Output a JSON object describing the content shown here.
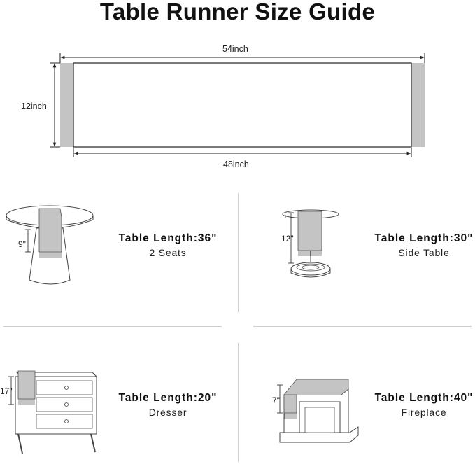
{
  "title": "Table Runner Size Guide",
  "runner": {
    "overall_length": "54inch",
    "body_length": "48inch",
    "width": "12inch"
  },
  "cards": [
    {
      "length": "Table Length:36\"",
      "place": "2 Seats",
      "drop": "9\"",
      "illustration": "round-dining-table"
    },
    {
      "length": "Table Length:30\"",
      "place": "Side Table",
      "drop": "12\"",
      "illustration": "side-table"
    },
    {
      "length": "Table Length:20\"",
      "place": "Dresser",
      "drop": "17\"",
      "illustration": "dresser"
    },
    {
      "length": "Table Length:40\"",
      "place": "Fireplace",
      "drop": "7\"",
      "illustration": "fireplace"
    }
  ],
  "colors": {
    "runner_fill": "#c4c4c4",
    "line": "#333333",
    "divider": "#cfcfcf"
  }
}
